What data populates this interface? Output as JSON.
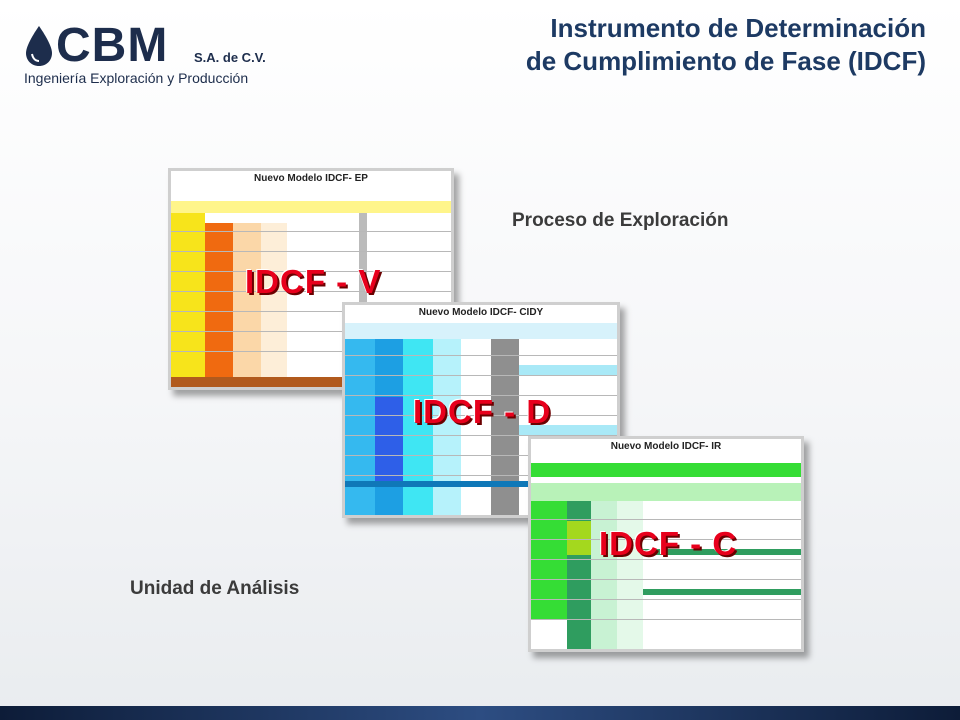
{
  "logo": {
    "brand": "CBM",
    "suffix": "S.A. de C.V.",
    "tagline": "Ingeniería Exploración y Producción"
  },
  "title": {
    "line1": "Instrumento de Determinación",
    "line2": "de Cumplimiento de Fase (IDCF)"
  },
  "labels": {
    "process": "Proceso de Exploración",
    "unit": "Unidad de Análisis"
  },
  "cards": [
    {
      "header": "Nuevo Modelo IDCF- EP",
      "overlay": "IDCF - V",
      "accent": "#f7e41b"
    },
    {
      "header": "Nuevo Modelo IDCF- CIDY",
      "overlay": "IDCF - D",
      "accent": "#33bdf0"
    },
    {
      "header": "Nuevo Modelo IDCF- IR",
      "overlay": "IDCF - C",
      "accent": "#35dd35"
    }
  ],
  "colors": {
    "title": "#1d3a63",
    "overlay_text": "#e8001c",
    "footer": "#1d2d4c"
  },
  "icons": [
    "drop-icon"
  ]
}
